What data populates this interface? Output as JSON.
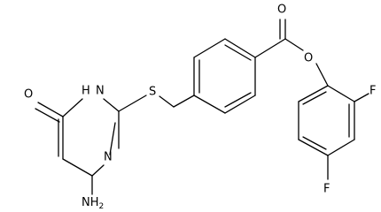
{
  "molecule": {
    "atoms": [
      {
        "id": "O_keto",
        "label": "O"
      },
      {
        "id": "NH_ring",
        "label": "H"
      },
      {
        "id": "N_ring",
        "label": "N"
      },
      {
        "id": "N_ring_top",
        "label": "N"
      },
      {
        "id": "S",
        "label": "S"
      },
      {
        "id": "NH2",
        "label": "NH",
        "sub": "2"
      },
      {
        "id": "O_carbonyl",
        "label": "O"
      },
      {
        "id": "O_ester",
        "label": "O"
      },
      {
        "id": "F_ortho",
        "label": "F"
      },
      {
        "id": "F_para",
        "label": "F"
      }
    ]
  }
}
